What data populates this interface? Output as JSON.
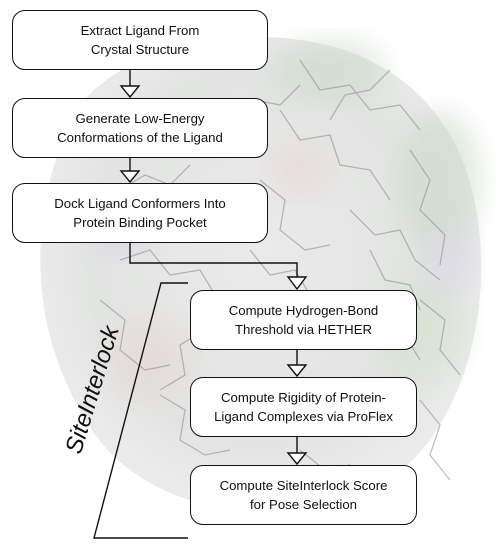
{
  "steps": [
    {
      "line1": "Extract Ligand From",
      "line2": "Crystal Structure"
    },
    {
      "line1": "Generate Low-Energy",
      "line2": "Conformations of the Ligand"
    },
    {
      "line1": "Dock Ligand Conformers Into",
      "line2": "Protein Binding Pocket"
    },
    {
      "line1": "Compute Hydrogen-Bond",
      "line2": "Threshold via HETHER"
    },
    {
      "line1": "Compute Rigidity of Protein-",
      "line2": "Ligand Complexes via ProFlex"
    },
    {
      "line1": "Compute SiteInterlock Score",
      "line2": "for Pose Selection"
    }
  ],
  "bracket_label": "SiteInterlock",
  "background_image": "protein-surface-molecular-render"
}
